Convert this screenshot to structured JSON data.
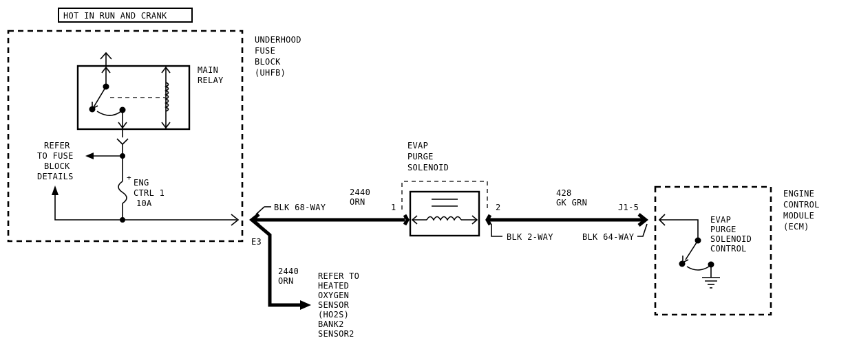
{
  "power_label": "HOT IN RUN AND CRANK",
  "uhfb": {
    "lines": [
      "UNDERHOOD",
      "FUSE",
      "BLOCK",
      "(UHFB)"
    ]
  },
  "main_relay": {
    "lines": [
      "MAIN",
      "RELAY"
    ]
  },
  "refer_fuse": {
    "lines": [
      "REFER",
      "TO FUSE",
      "BLOCK",
      "DETAILS"
    ]
  },
  "fuse": {
    "lines": [
      "ENG",
      "CTRL 1",
      "10A"
    ]
  },
  "connectors": {
    "e3_connector": "BLK 68-WAY",
    "e3_label": "E3",
    "solenoid_connector": "BLK 2-WAY",
    "ecm_connector": "BLK 64-WAY",
    "pin1": "1",
    "pin2": "2",
    "ecm_pin": "J1-5"
  },
  "wires": {
    "w2440_main": {
      "lines": [
        "2440",
        "ORN"
      ]
    },
    "w2440_branch": {
      "lines": [
        "2440",
        "ORN"
      ]
    },
    "w428": {
      "lines": [
        "428",
        "GK GRN"
      ]
    }
  },
  "evap_solenoid": {
    "lines": [
      "EVAP",
      "PURGE",
      "SOLENOID"
    ]
  },
  "refer_ho2s": {
    "lines": [
      "REFER TO",
      "HEATED",
      "OXYGEN",
      "SENSOR",
      "(HO2S)",
      "BANK2",
      "SENSOR2"
    ]
  },
  "ecm": {
    "lines": [
      "ENGINE",
      "CONTROL",
      "MODULE",
      "(ECM)"
    ]
  },
  "evap_control": {
    "lines": [
      "EVAP",
      "PURGE",
      "SOLENOID",
      "CONTROL"
    ]
  }
}
